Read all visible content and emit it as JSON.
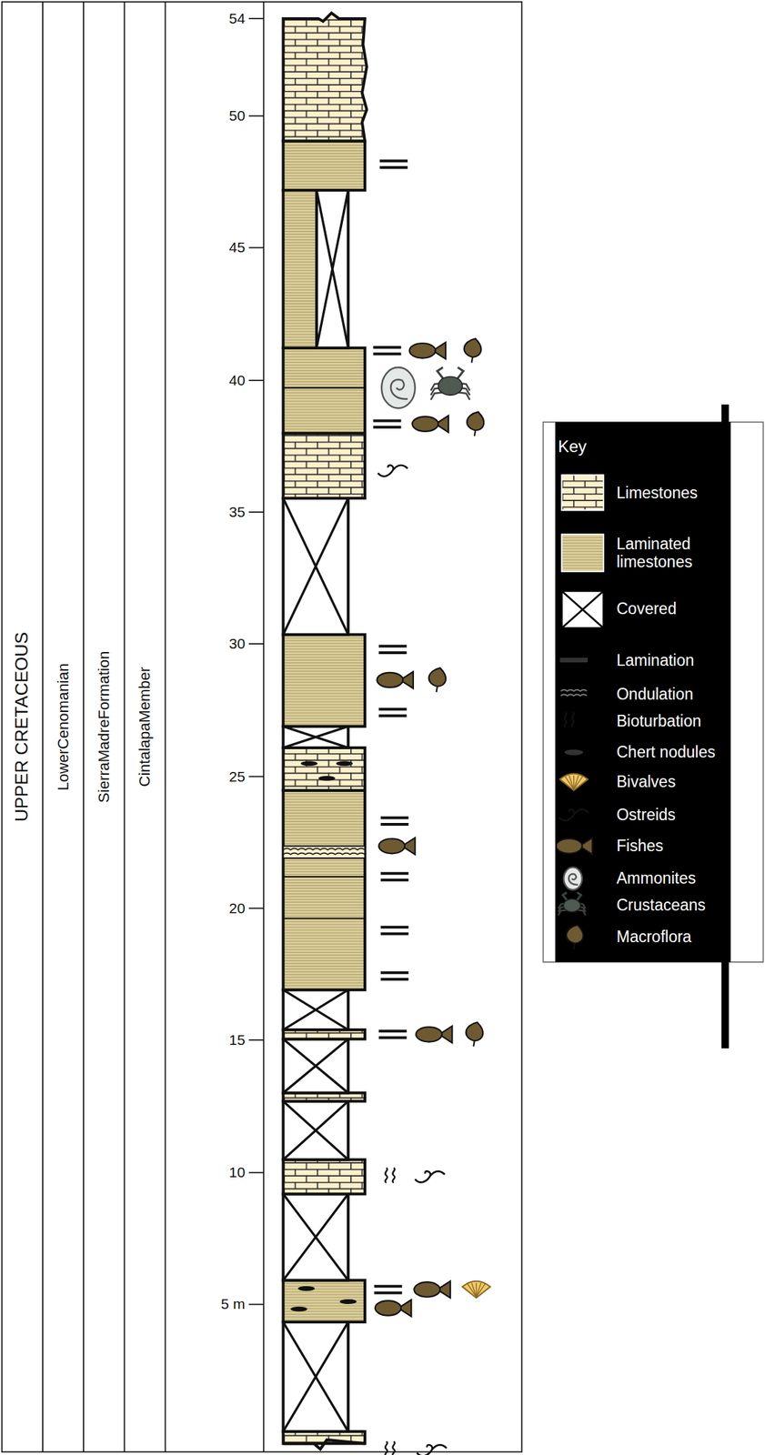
{
  "diagram": {
    "nodes": [
      {
        "text": [
          "UPPER CRETACEOUS"
        ]
      },
      {
        "text": [
          "LowerCenomanian"
        ]
      },
      {
        "text": [
          "SierraMadreFormation"
        ]
      },
      {
        "text": [
          "CintalapaMember"
        ]
      }
    ],
    "labels": [
      "54",
      "50",
      "45",
      "40",
      "35",
      "30",
      "25",
      "20",
      "15",
      "10",
      "5 m",
      "Key"
    ],
    "legend": [
      {
        "text": "Limestones"
      },
      {
        "text": "Laminated limestones"
      },
      {
        "text": "Covered"
      },
      {
        "text": "Lamination"
      },
      {
        "text": "Ondulation"
      },
      {
        "text": "Bioturbation"
      },
      {
        "text": "Chert nodules"
      },
      {
        "text": "Bivalves"
      },
      {
        "text": "Ostreids"
      },
      {
        "text": "Fishes"
      },
      {
        "text": "Ammonites"
      },
      {
        "text": "Crustaceans"
      },
      {
        "text": "Macroflora"
      }
    ]
  }
}
